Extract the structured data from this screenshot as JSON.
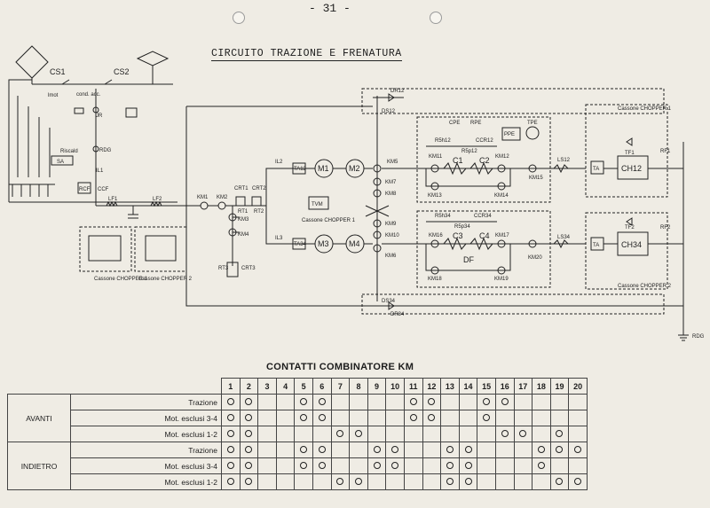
{
  "page_number": "- 31 -",
  "title": "CIRCUITO TRAZIONE E FRENATURA",
  "labels": {
    "cs1": "CS1",
    "cs2": "CS2",
    "lmot": "lmot",
    "rdg": "RDG",
    "riscald": "Riscald",
    "cond_acc": "cond. acc.",
    "sa": "SA",
    "il1": "IL1",
    "jr": "JR",
    "ccf": "CCF",
    "rcf": "RCF",
    "lf1": "LF1",
    "lf2": "LF2",
    "km1": "KM1",
    "km2": "KM2",
    "crt1": "CRT1",
    "crt2": "CRT2",
    "rt1": "RT1",
    "rt2": "RT2",
    "km3": "KM3",
    "km4": "KM4",
    "rt3": "RT3",
    "crt3": "CRT3",
    "il2": "IL2",
    "il3": "IL3",
    "ta12": "TA12",
    "ta34": "TA34",
    "m1": "M1",
    "m2": "M2",
    "m3": "M3",
    "m4": "M4",
    "tvm": "TVM",
    "km5": "KM5",
    "km6": "KM6",
    "km7": "KM7",
    "km8": "KM8",
    "km9": "KM9",
    "km10": "KM10",
    "km11": "KM11",
    "km12": "KM12",
    "km13": "KM13",
    "km14": "KM14",
    "km15": "KM15",
    "km16": "KM16",
    "km17": "KM17",
    "km18": "KM18",
    "km19": "KM19",
    "km20": "KM20",
    "c1": "C1",
    "c2": "C2",
    "c3": "C3",
    "c4": "C4",
    "r5h12": "R5h12",
    "r5p12": "R5p12",
    "r5h34": "R5h34",
    "r5p34": "R5p34",
    "ccr12": "CCR12",
    "ccr34": "CCR34",
    "cpe": "CPE",
    "rpe": "RPE",
    "ppe": "PPE",
    "tpe": "TPE",
    "df": "DF",
    "ls12": "LS12",
    "ls34": "LS34",
    "ta": "TA",
    "ch12": "CH12",
    "ch34": "CH34",
    "tf1": "TF1",
    "tf2": "TF2",
    "rf1": "RF1",
    "rf2": "RF2",
    "dr12": "DR12",
    "ds12": "DS12",
    "dr34": "DR34",
    "ds34": "DS34",
    "cassone_chopper1": "Cassone CHOPPER 1",
    "cassone_chopper2": "Cassone CHOPPER 2",
    "cassone_chopper1_box": "Cassone CHOPPER 1"
  },
  "table": {
    "title": "CONTATTI COMBINATORE KM",
    "columns": [
      "1",
      "2",
      "3",
      "4",
      "5",
      "6",
      "7",
      "8",
      "9",
      "10",
      "11",
      "12",
      "13",
      "14",
      "15",
      "16",
      "17",
      "18",
      "19",
      "20"
    ],
    "groups": [
      {
        "name": "AVANTI",
        "rows": [
          {
            "label": "Trazione",
            "closed": [
              1,
              2,
              5,
              6,
              11,
              12,
              15,
              16
            ]
          },
          {
            "label": "Mot. esclusi 3-4",
            "closed": [
              1,
              2,
              5,
              6,
              11,
              12,
              15
            ]
          },
          {
            "label": "Mot. esclusi 1-2",
            "closed": [
              1,
              2,
              7,
              8,
              16,
              17,
              19
            ]
          }
        ]
      },
      {
        "name": "INDIETRO",
        "rows": [
          {
            "label": "Trazione",
            "closed": [
              1,
              2,
              5,
              6,
              9,
              10,
              13,
              14,
              18,
              19,
              20
            ]
          },
          {
            "label": "Mot. esclusi 3-4",
            "closed": [
              1,
              2,
              5,
              6,
              9,
              10,
              13,
              14,
              18
            ]
          },
          {
            "label": "Mot. esclusi 1-2",
            "closed": [
              1,
              2,
              7,
              8,
              13,
              14,
              19,
              20
            ]
          }
        ]
      }
    ]
  }
}
